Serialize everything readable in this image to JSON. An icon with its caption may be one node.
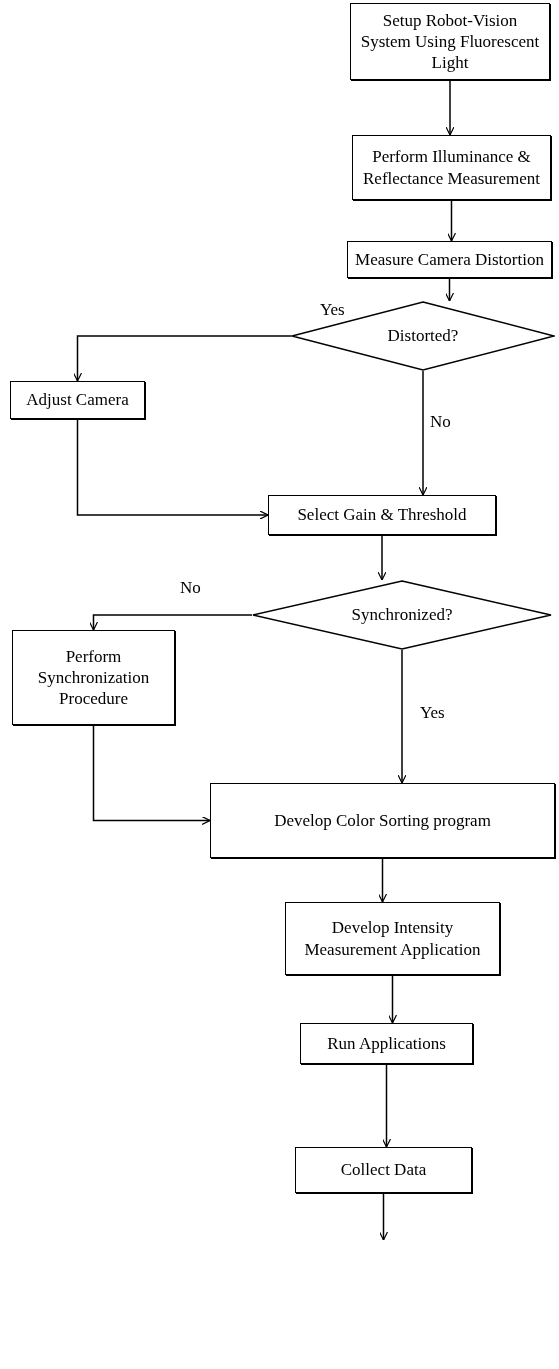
{
  "diagram": {
    "nodes": [
      {
        "text": [
          "Setup Robot-Vision System Using Fluorescent Light"
        ]
      },
      {
        "text": [
          "Perform Illuminance & Reflectance Measurement"
        ]
      },
      {
        "text": [
          "Measure Camera Distortion"
        ]
      },
      {
        "text": [
          "Distorted?"
        ]
      },
      {
        "text": [
          "Adjust Camera"
        ]
      },
      {
        "text": [
          "Select Gain & Threshold"
        ]
      },
      {
        "text": [
          "Synchronized?"
        ]
      },
      {
        "text": [
          "Perform Synchronization Procedure"
        ]
      },
      {
        "text": [
          "Develop Color Sorting program"
        ]
      },
      {
        "text": [
          "Develop Intensity Measurement Application"
        ]
      },
      {
        "text": [
          "Run Applications"
        ]
      },
      {
        "text": [
          "Collect Data"
        ]
      }
    ],
    "edges": [
      {
        "from": 0,
        "to": 1,
        "arrow": "to"
      },
      {
        "from": 1,
        "to": 2,
        "arrow": "to"
      },
      {
        "from": 2,
        "to": 3,
        "arrow": "to"
      },
      {
        "from": 3,
        "to": 4,
        "arrow": "to",
        "label": "Yes"
      },
      {
        "from": 3,
        "to": 5,
        "arrow": "to",
        "label": "No"
      },
      {
        "from": 4,
        "to": 5,
        "arrow": "to"
      },
      {
        "from": 5,
        "to": 6,
        "arrow": "to"
      },
      {
        "from": 6,
        "to": 7,
        "arrow": "to",
        "label": "No"
      },
      {
        "from": 6,
        "to": 8,
        "arrow": "to",
        "label": "Yes"
      },
      {
        "from": 7,
        "to": 8,
        "arrow": "to"
      },
      {
        "from": 8,
        "to": 9,
        "arrow": "to"
      },
      {
        "from": 9,
        "to": 10,
        "arrow": "to"
      },
      {
        "from": 10,
        "to": 11,
        "arrow": "to"
      },
      {
        "from": 11,
        "to": null,
        "arrow": "to"
      }
    ]
  }
}
